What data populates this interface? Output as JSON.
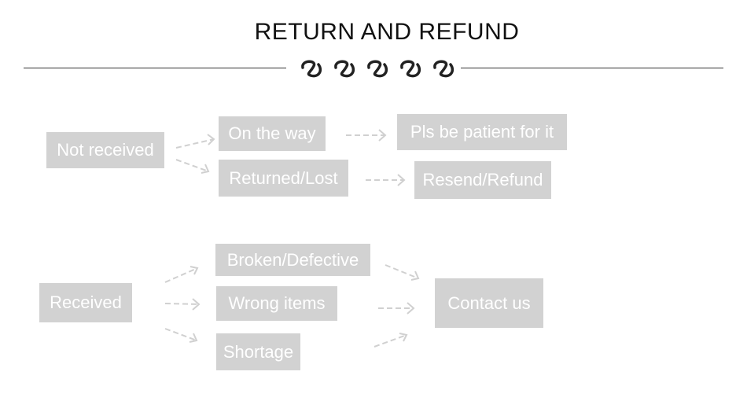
{
  "title": "RETURN AND REFUND",
  "colors": {
    "box_fill": "#d2d2d2",
    "box_text": "#ffffff",
    "arrow": "#d0d0d0",
    "rule": "#333333",
    "title": "#111111"
  },
  "icons": {
    "divider_ornament": "chain-scroll-ornament"
  },
  "not_received_flow": {
    "root": "Not received",
    "on_the_way": "On the way",
    "pls_be_patient": "Pls be patient for it",
    "returned_lost": "Returned/Lost",
    "resend_refund": "Resend/Refund"
  },
  "received_flow": {
    "root": "Received",
    "broken_defective": "Broken/Defective",
    "wrong_items": "Wrong items",
    "shortage": "Shortage",
    "contact_us": "Contact us"
  }
}
